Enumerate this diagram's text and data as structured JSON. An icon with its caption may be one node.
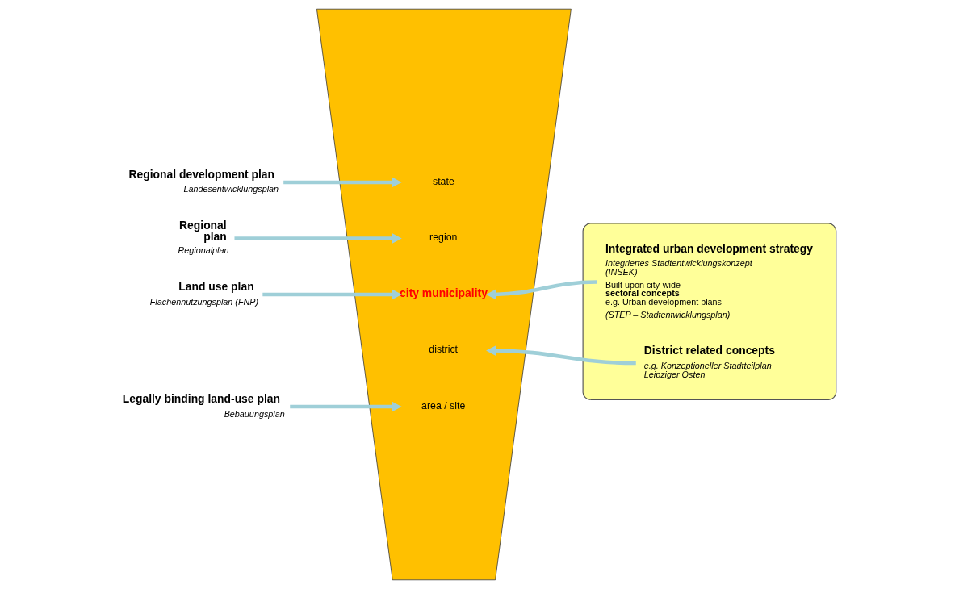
{
  "diagram": {
    "nodes": [
      {
        "text": [
          "Regional development plan",
          "Landesentwicklungsplan"
        ]
      },
      {
        "text": [
          "state",
          "region",
          "city municipality",
          "district",
          "area / site"
        ]
      },
      {
        "text": [
          "Regional plan",
          "Regionalplan"
        ]
      },
      {
        "text": [
          "Land use plan",
          "Flächennutzungsplan (FNP)"
        ]
      },
      {
        "text": [],
        "shape": "box"
      },
      {
        "text": [
          "Integrated urban development strategy",
          "Integriertes Stadtentwicklungskonzept (INSEK)",
          "Built upon city-wide **sectoral concepts** e.g. Urban development plans",
          "(STEP – Stadtentwicklungsplan)"
        ],
        "in": 4
      },
      {
        "text": [
          "District related concepts",
          "e.g. Konzeptioneller Stadtteilplan Leipziger Osten"
        ],
        "in": 4
      },
      {
        "text": [
          "Legally binding land-use plan",
          "Bebauungsplan"
        ]
      }
    ],
    "edges": [
      {
        "from": 0,
        "to": 1,
        "arrow": "to"
      },
      {
        "from": 2,
        "to": 1,
        "arrow": "to"
      },
      {
        "from": 3,
        "to": 1,
        "arrow": "to"
      },
      {
        "from": 5,
        "to": 1,
        "arrow": "to"
      },
      {
        "from": 6,
        "to": 1,
        "arrow": "to"
      },
      {
        "from": 7,
        "to": 1,
        "arrow": "to"
      }
    ]
  }
}
